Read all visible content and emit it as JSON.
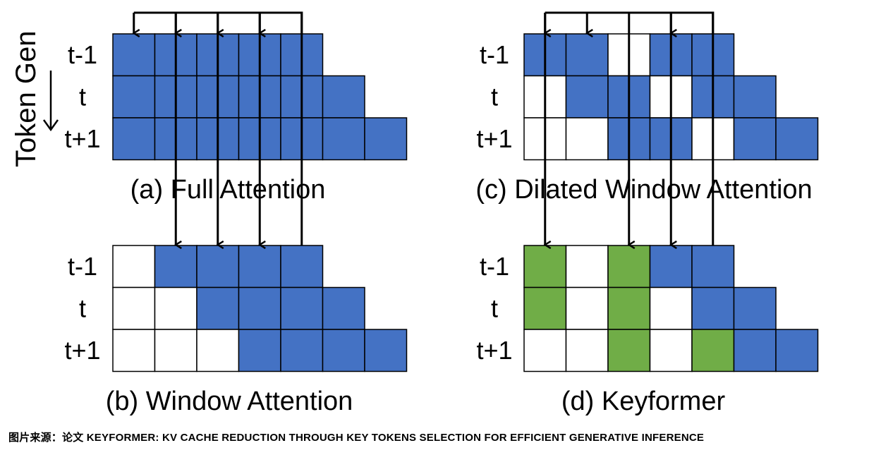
{
  "axis_label": "Token Gen",
  "row_labels": [
    "t-1",
    "t",
    "t+1"
  ],
  "colors": {
    "attend": "#4472c4",
    "key_token": "#70ad47",
    "skip": "#ffffff",
    "border": "#000000"
  },
  "panels": [
    {
      "title": "(a) Full Attention",
      "grid": [
        [
          "A",
          "A",
          "A",
          "A",
          "A"
        ],
        [
          "A",
          "A",
          "A",
          "A",
          "A",
          "A"
        ],
        [
          "A",
          "A",
          "A",
          "A",
          "A",
          "A",
          "A"
        ]
      ],
      "arrow_columns": [
        0,
        1,
        2,
        3
      ]
    },
    {
      "title": "(c) Dilated Window Attention",
      "grid": [
        [
          "A",
          "A",
          "N",
          "A",
          "A"
        ],
        [
          "N",
          "A",
          "A",
          "N",
          "A",
          "A"
        ],
        [
          "N",
          "N",
          "A",
          "A",
          "N",
          "A",
          "A"
        ]
      ],
      "arrow_columns": [
        0,
        1,
        3
      ]
    },
    {
      "title": "(b) Window Attention",
      "grid": [
        [
          "N",
          "A",
          "A",
          "A",
          "A"
        ],
        [
          "N",
          "N",
          "A",
          "A",
          "A",
          "A"
        ],
        [
          "N",
          "N",
          "N",
          "A",
          "A",
          "A",
          "A"
        ]
      ],
      "arrow_columns": [
        1,
        2,
        3
      ]
    },
    {
      "title": "(d) Keyformer",
      "grid": [
        [
          "K",
          "N",
          "K",
          "A",
          "A"
        ],
        [
          "K",
          "N",
          "K",
          "N",
          "A",
          "A"
        ],
        [
          "N",
          "N",
          "K",
          "N",
          "K",
          "A",
          "A"
        ]
      ],
      "arrow_columns": [
        0,
        2,
        3
      ]
    }
  ],
  "caption": "图片来源：论文 KEYFORMER: KV CACHE REDUCTION THROUGH KEY TOKENS SELECTION FOR EFFICIENT GENERATIVE INFERENCE"
}
